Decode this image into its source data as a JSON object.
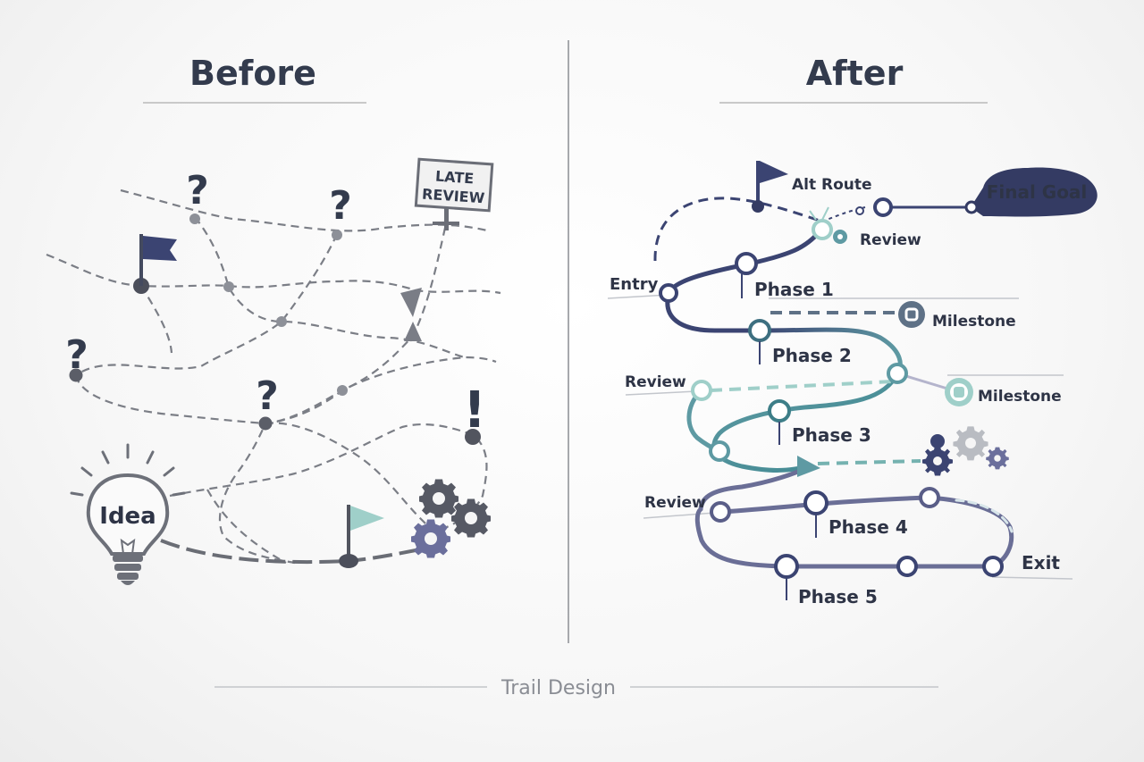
{
  "before": {
    "title": "Before",
    "idea_label": "Idea",
    "late_review_line1": "LATE",
    "late_review_line2": "REVIEW",
    "question_mark": "?",
    "exclamation": "!"
  },
  "after": {
    "title": "After",
    "final_goal": "Final Goal",
    "alt_route": "Alt Route",
    "review_top": "Review",
    "entry": "Entry",
    "phase_1": "Phase 1",
    "milestone_1": "Milestone",
    "phase_2": "Phase 2",
    "review_left_1": "Review",
    "milestone_2": "Milestone",
    "phase_3": "Phase 3",
    "review_left_2": "Review",
    "phase_4": "Phase 4",
    "exit": "Exit",
    "phase_5": "Phase 5"
  },
  "footer": {
    "caption": "Trail Design"
  },
  "colors": {
    "navy": "#3b4472",
    "teal": "#5e9aa3",
    "light_teal": "#9fcfcf",
    "gray": "#6d7079",
    "accent_purple": "#6b6f9c"
  }
}
